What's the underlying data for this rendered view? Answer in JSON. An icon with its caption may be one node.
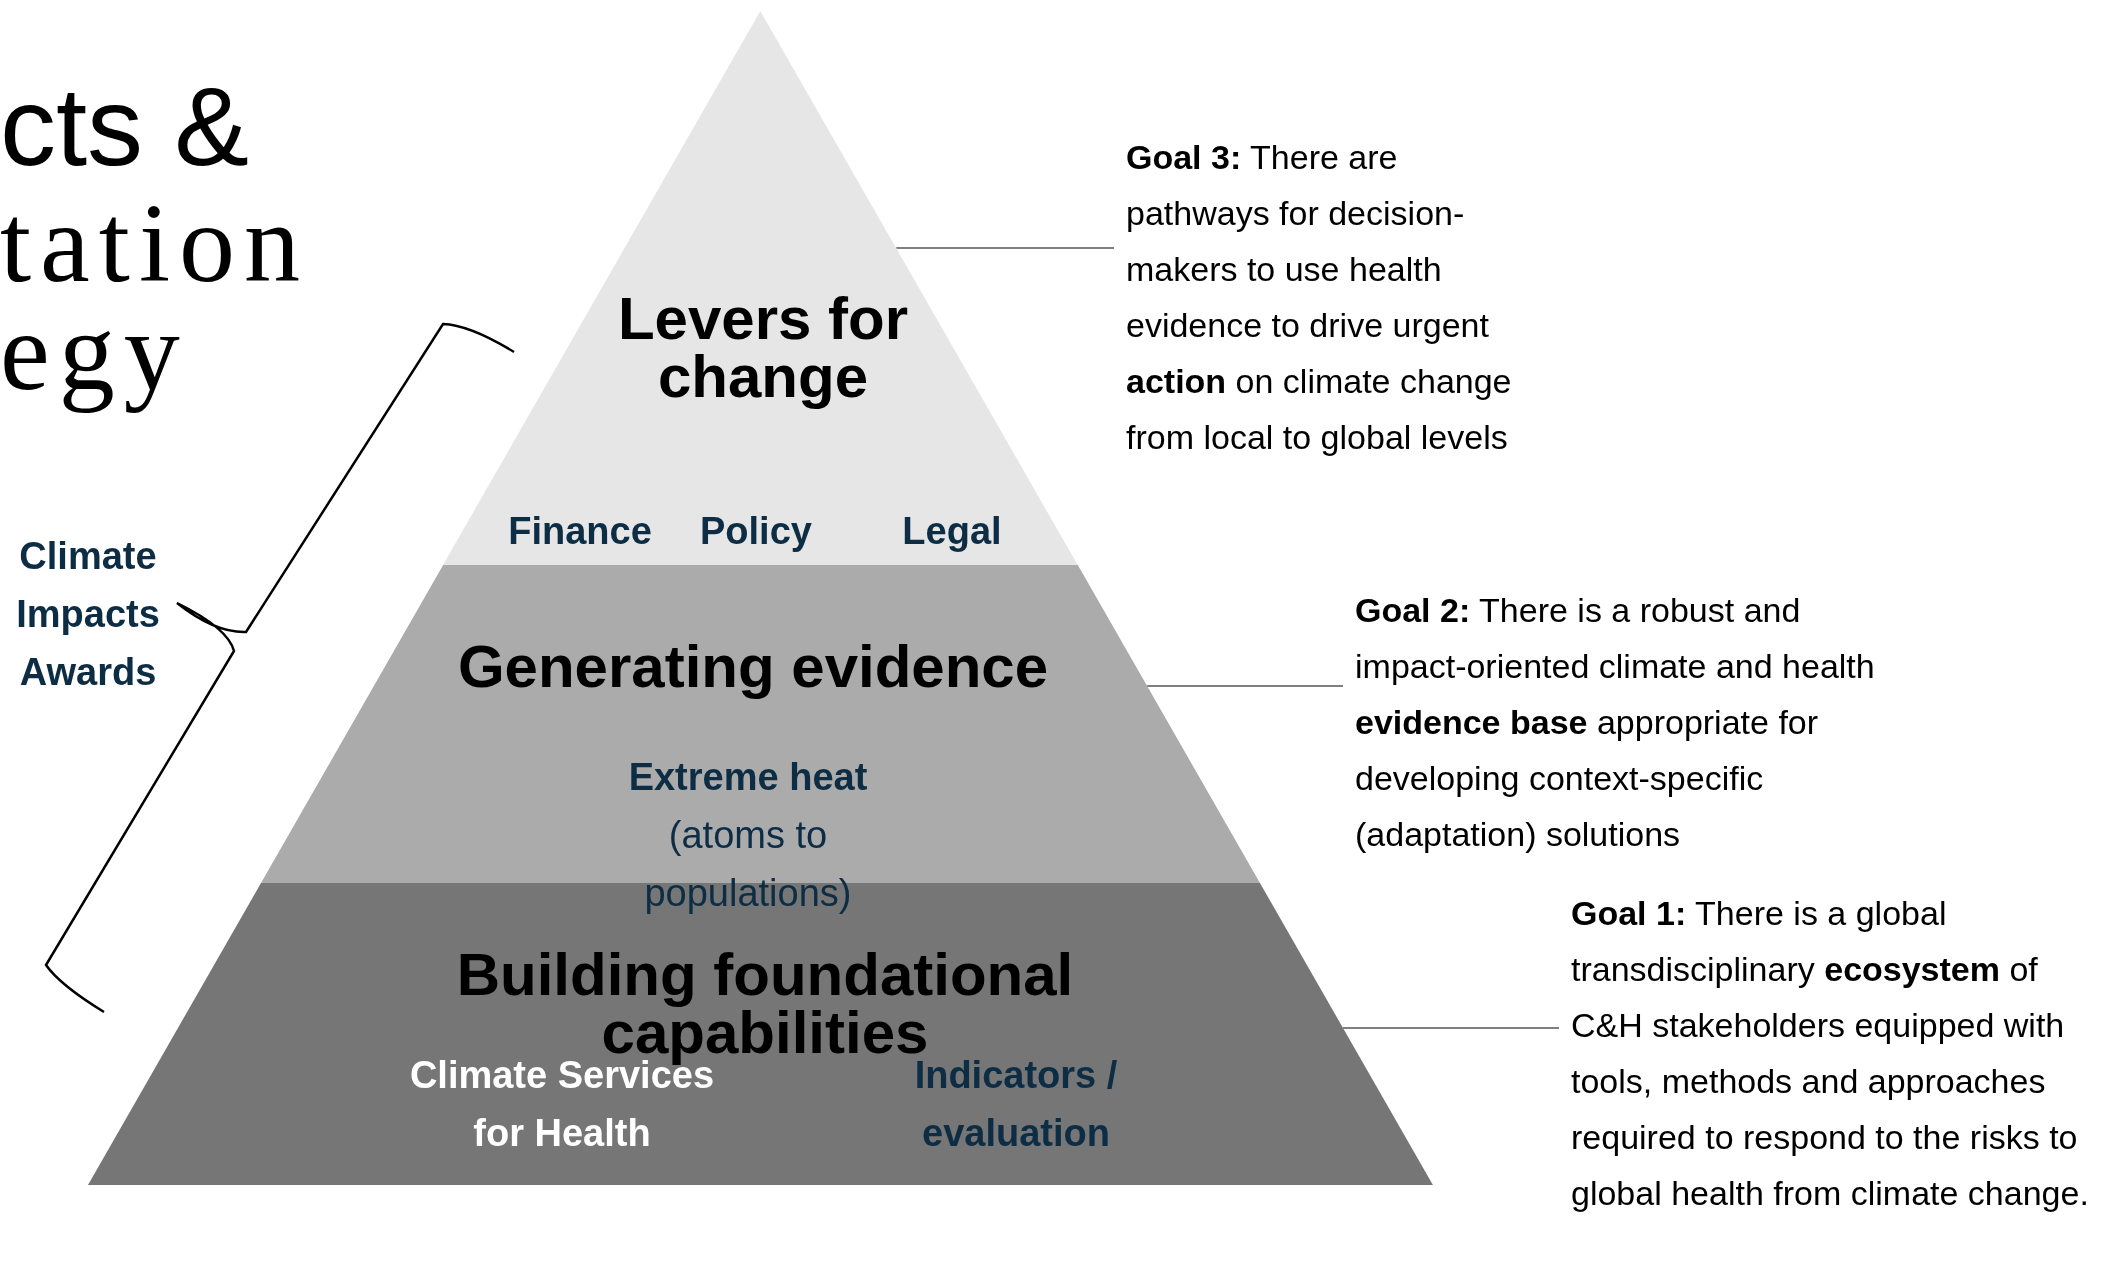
{
  "diagram": {
    "nodes": [
      {
        "text": [
          "Levers for change",
          "Finance",
          "Policy",
          "Legal"
        ]
      },
      {
        "text": [
          "Generating evidence",
          "Extreme heat",
          "(atoms to populations)"
        ]
      },
      {
        "text": [
          "Building foundational capabilities",
          "Climate Services for Health",
          "Indicators / evaluation"
        ]
      },
      {
        "text": [
          "**Goal 3:** There are pathways for decision-makers to use health evidence to drive urgent **action** on climate change from local to global levels"
        ]
      },
      {
        "text": [
          "**Goal 2:** There is a robust and impact-oriented climate and health **evidence base** appropriate for developing context-specific (adaptation) solutions"
        ]
      },
      {
        "text": [
          "**Goal 1:** There is a global transdisciplinary **ecosystem** of C&H stakeholders equipped with tools, methods and approaches required to respond to the risks to global health from climate change."
        ]
      }
    ],
    "edges": [
      {
        "from": 3,
        "to": 0,
        "arrow": "none"
      },
      {
        "from": 4,
        "to": 1,
        "arrow": "none"
      },
      {
        "from": 5,
        "to": 2,
        "arrow": "none"
      }
    ],
    "labels": [
      "cts &",
      "tation",
      "egy",
      "Climate Impacts Awards"
    ]
  }
}
